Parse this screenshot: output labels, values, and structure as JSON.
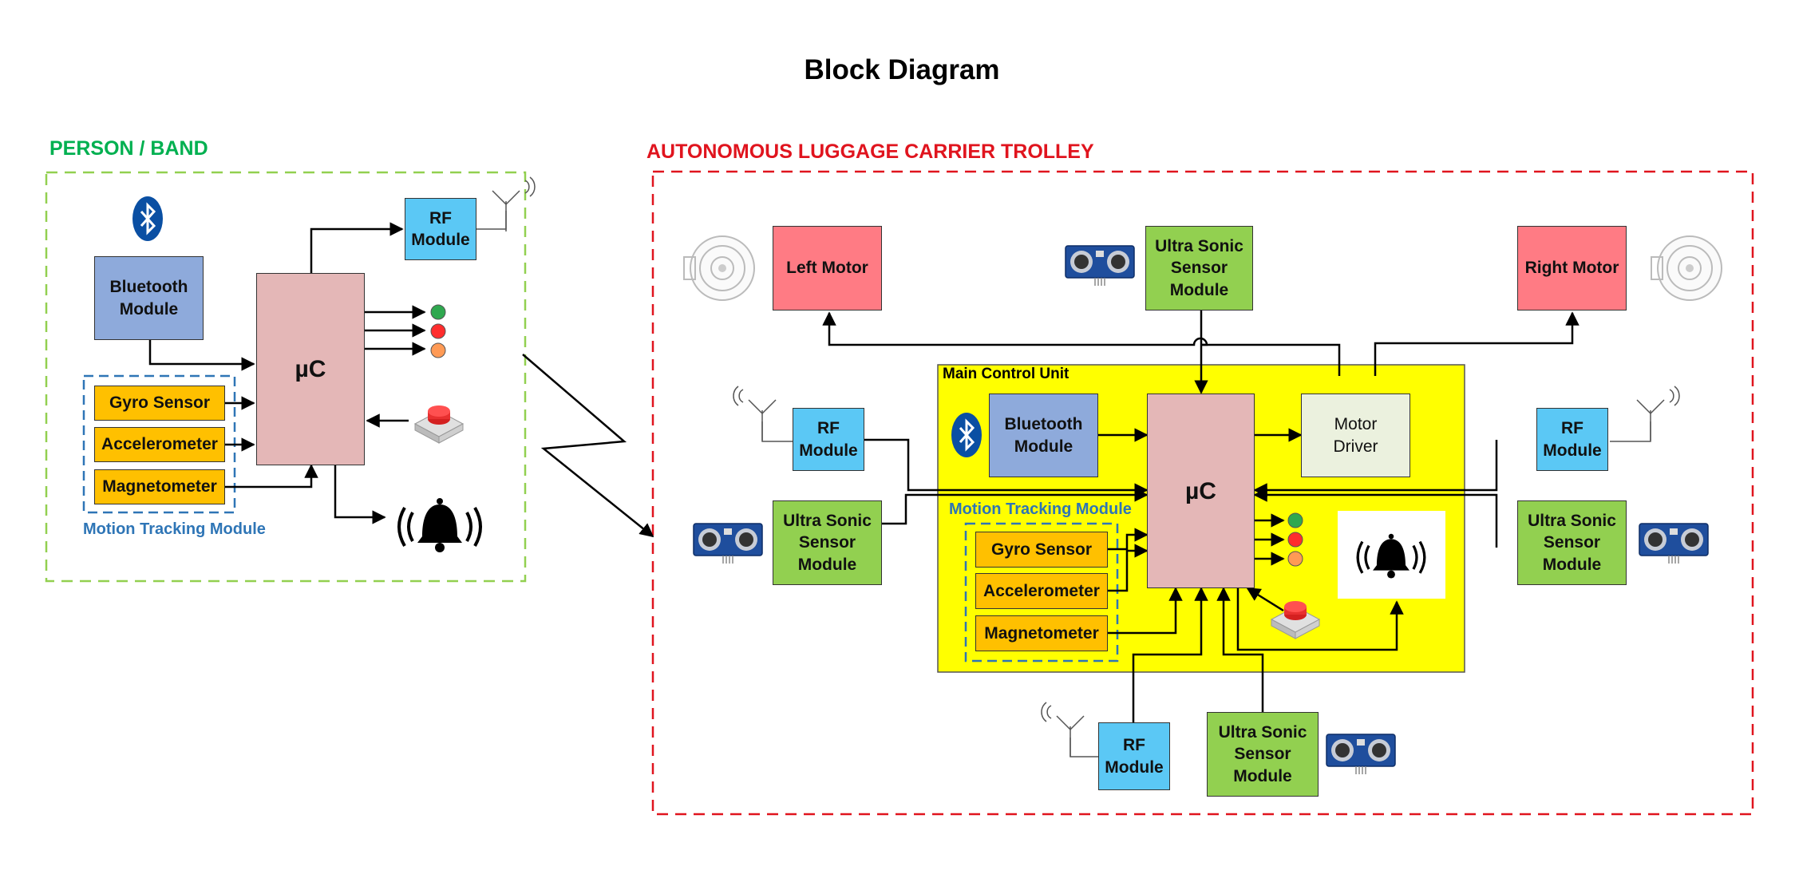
{
  "title": "Block Diagram",
  "band": {
    "label": "PERSON / BAND",
    "bluetooth": "Bluetooth\nModule",
    "mcu": "µC",
    "rf": "RF\nModule",
    "gyro": "Gyro Sensor",
    "accel": "Accelerometer",
    "magneto": "Magnetometer",
    "motion_label": "Motion Tracking Module"
  },
  "trolley": {
    "label": "AUTONOMOUS LUGGAGE CARRIER TROLLEY",
    "left_motor": "Left Motor",
    "right_motor": "Right Motor",
    "ultrasonic_top": "Ultra Sonic\nSensor\nModule",
    "main_unit_label": "Main Control Unit",
    "bluetooth": "Bluetooth\nModule",
    "mcu": "µC",
    "motor_driver": "Motor\nDriver",
    "rf_left": "RF\nModule",
    "ultrasonic_left": "Ultra Sonic\nSensor\nModule",
    "rf_right": "RF\nModule",
    "ultrasonic_right": "Ultra Sonic\nSensor\nModule",
    "motion_label": "Motion Tracking Module",
    "gyro": "Gyro Sensor",
    "accel": "Accelerometer",
    "magneto": "Magnetometer",
    "rf_bottom": "RF\nModule",
    "ultrasonic_bottom": "Ultra Sonic\nSensor\nModule"
  },
  "colors": {
    "band_border": "#92d050",
    "band_label": "#00b050",
    "trolley_border": "#e0141e",
    "trolley_label": "#e0141e",
    "main_unit_fill": "#ffff00",
    "motion_border": "#2e75b6",
    "motion_label": "#2e75b6"
  },
  "icons": [
    "bluetooth-icon",
    "antenna-icon",
    "led-green-icon",
    "led-red-icon",
    "led-orange-icon",
    "push-button-icon",
    "alarm-bell-icon",
    "ultrasonic-sensor-icon",
    "motor-icon"
  ]
}
